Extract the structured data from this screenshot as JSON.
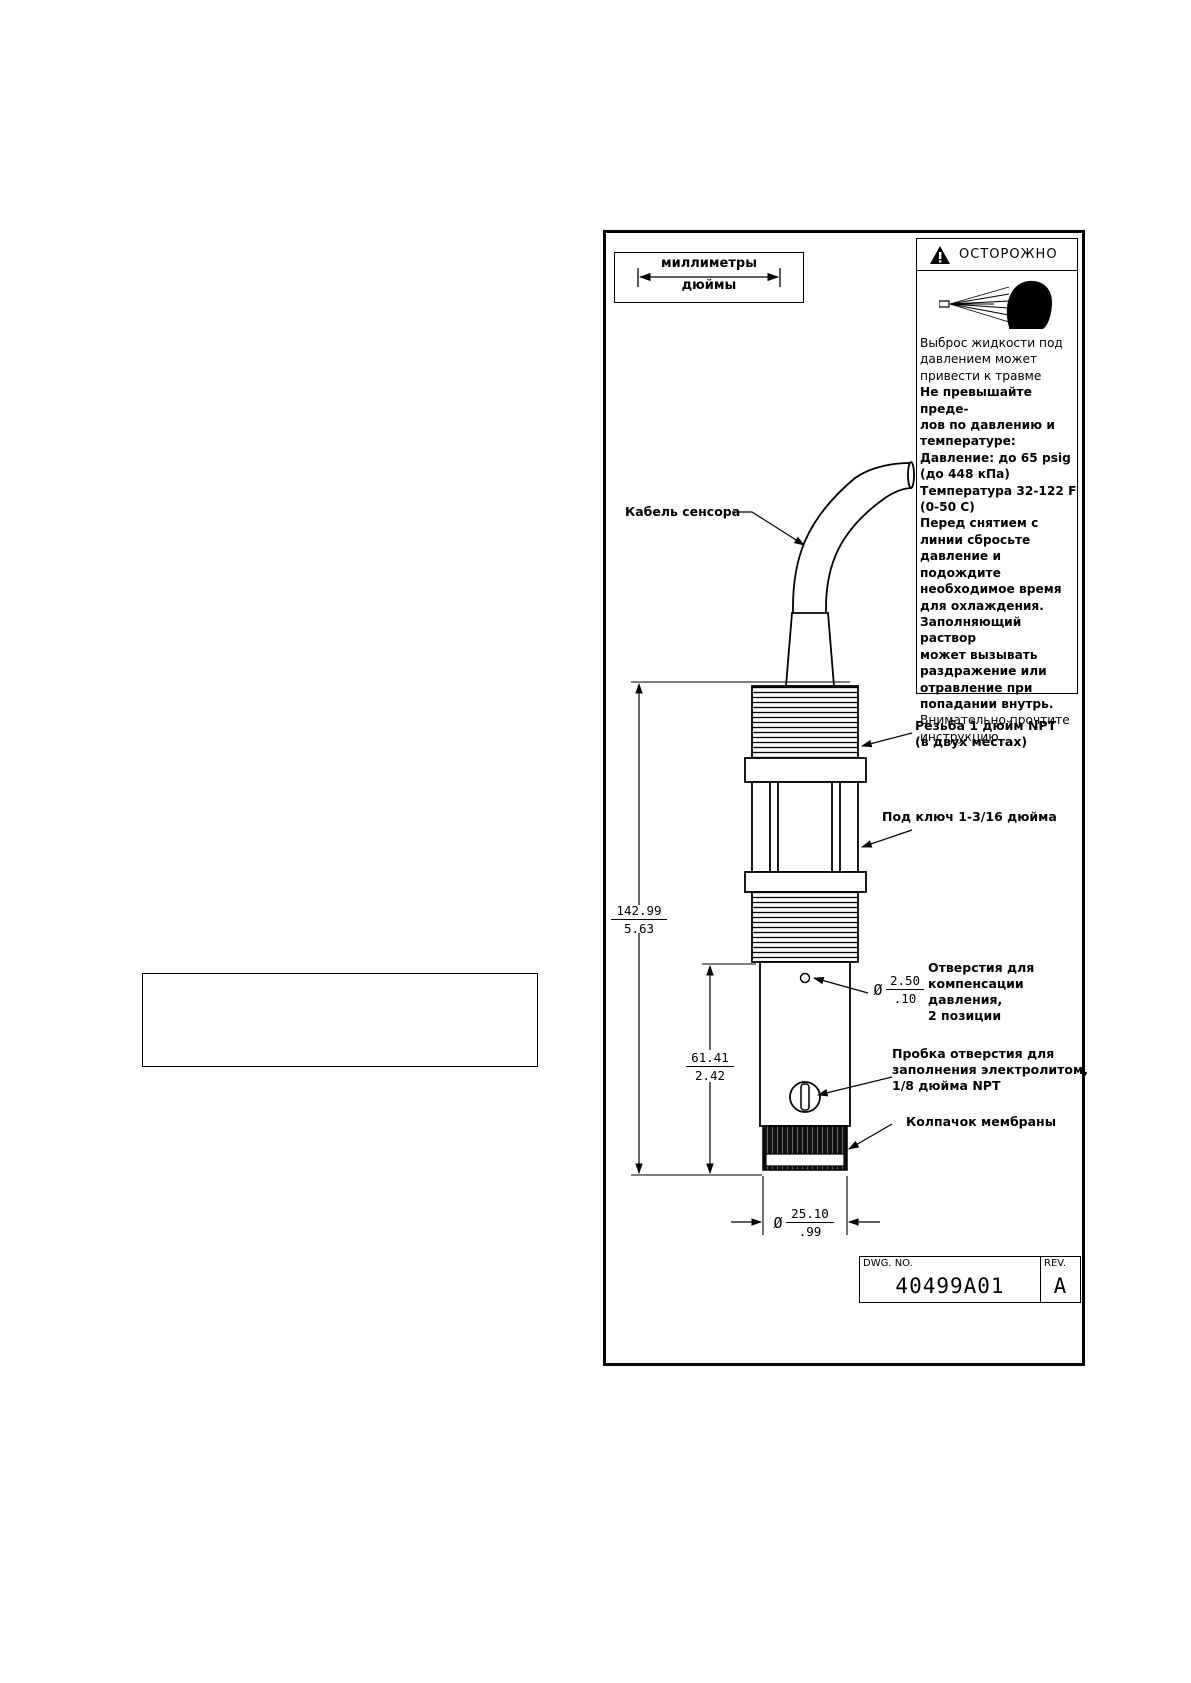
{
  "units_legend": {
    "top": "миллиметры",
    "bottom": "дюймы"
  },
  "warning": {
    "title": "ОСТОРОЖНО",
    "icon": "warning-triangle-icon",
    "image": "spray-injury-icon",
    "lines": [
      {
        "text": "Выброс жидкости под\nдавлением может\nпривести к травме",
        "bold": false
      },
      {
        "text": "Не превышайте преде-\nлов по давлению и\nтемпературе:\nДавление: до 65 psig\n(до 448 кПа)\nТемпература 32-122 F\n(0-50 C)\nПеред снятием с\nлинии сбросьте\nдавление и подождите\nнеобходимое время\nдля охлаждения.\nЗаполняющий раствор\nможет вызывать\nраздражение или\nотравление при\nпопадании внутрь.",
        "bold": true
      },
      {
        "text": "Внимательно прочтите\nинструкцию",
        "bold": false
      }
    ]
  },
  "labels": {
    "cable": "Кабель сенсора",
    "thread": "Резьба 1 дюйм NPT\n(в двух местах)",
    "wrench": "Под ключ 1-3/16 дюйма",
    "holes": "Отверстия для\nкомпенсации\nдавления,\n2 позиции",
    "plug": "Пробка отверстия для\nзаполнения электролитом,\n1/8 дюйма NPT",
    "cap": "Колпачок мембраны"
  },
  "dimensions": {
    "overall": {
      "mm": "142.99",
      "in": "5.63"
    },
    "lower": {
      "mm": "61.41",
      "in": "2.42"
    },
    "hole_dia": {
      "symbol": "Ø",
      "mm": "2.50",
      "in": ".10"
    },
    "body_dia": {
      "symbol": "Ø",
      "mm": "25.10",
      "in": ".99"
    }
  },
  "title_block": {
    "dwg_label": "DWG. NO.",
    "dwg_number": "40499A01",
    "rev_label": "REV.",
    "rev": "A"
  }
}
